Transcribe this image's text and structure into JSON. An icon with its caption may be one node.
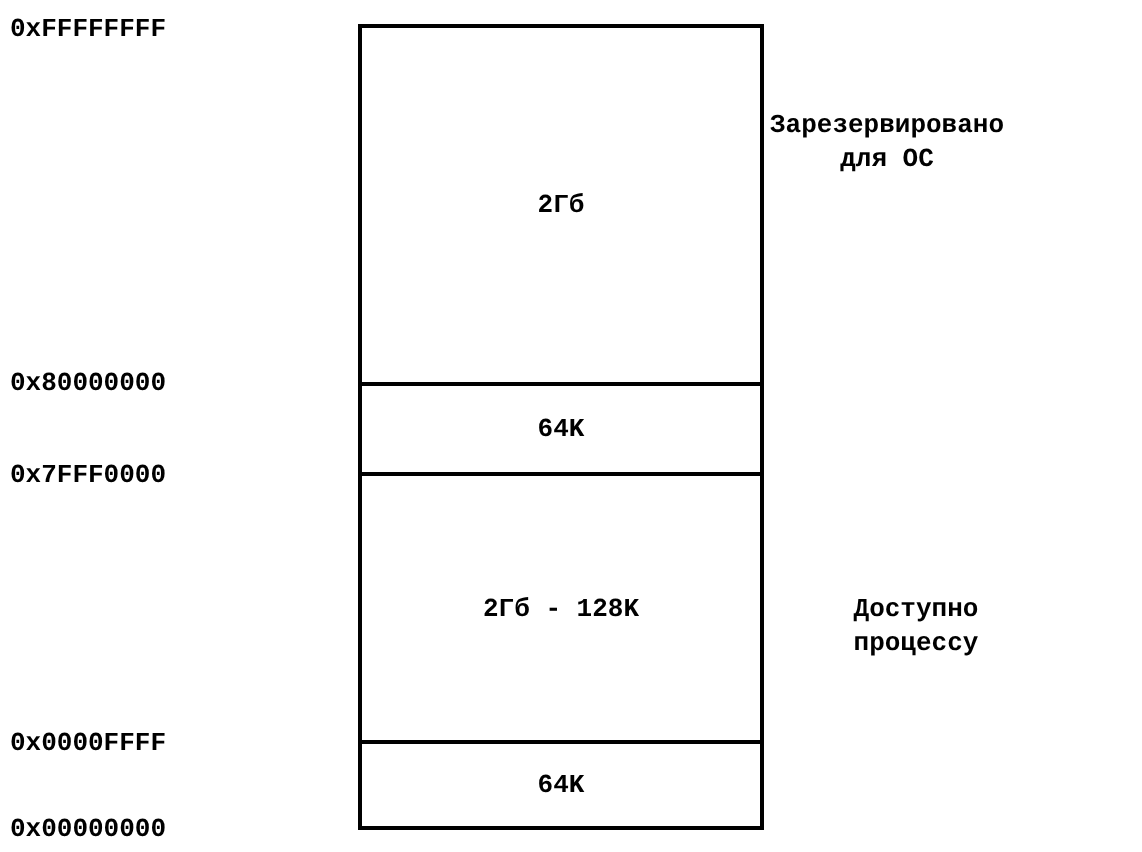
{
  "diagram": {
    "nodes": [
      {
        "text": [
          "2Гб"
        ],
        "beside": [
          "Зарезервировано для ОС"
        ]
      },
      {
        "text": [
          "64K"
        ]
      },
      {
        "text": [
          "2Гб - 128K"
        ],
        "beside": [
          "Доступно процессу"
        ]
      },
      {
        "text": [
          "64K"
        ]
      }
    ],
    "labels": [
      "0xFFFFFFFF",
      "0x80000000",
      "0x7FFF0000",
      "0x0000FFFF",
      "0x00000000"
    ]
  }
}
